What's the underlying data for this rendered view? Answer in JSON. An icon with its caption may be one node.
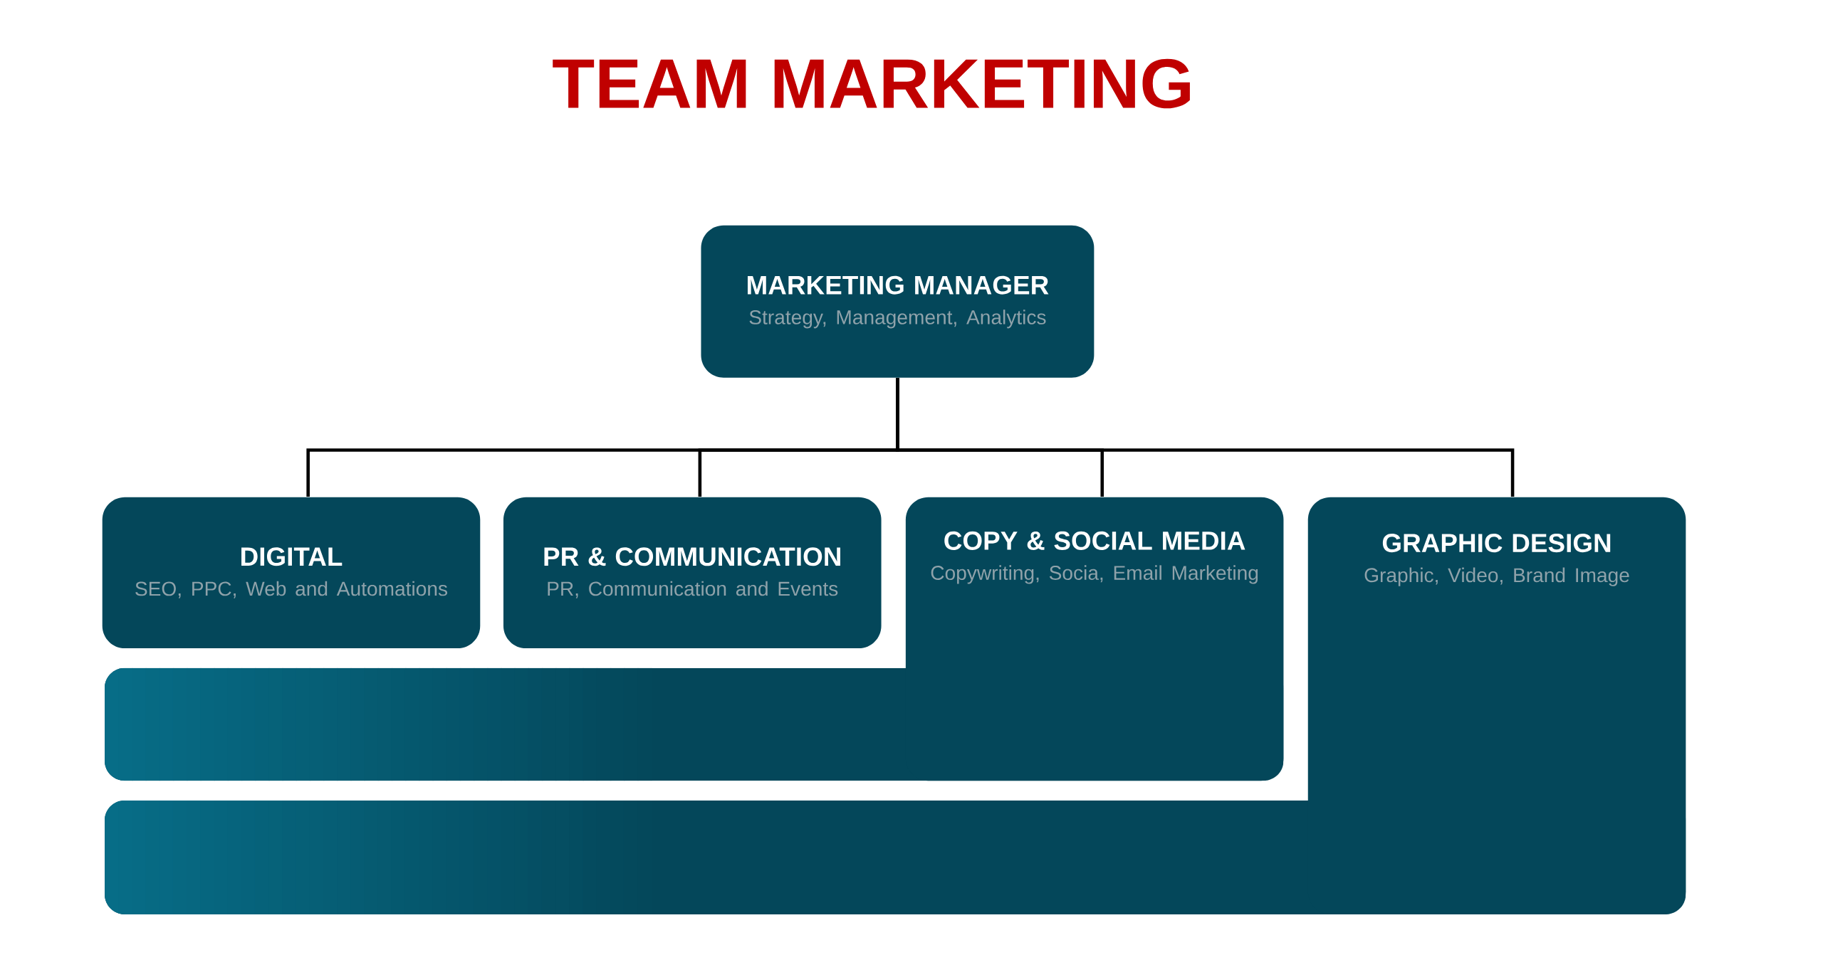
{
  "diagram": {
    "title": "TEAM MARKETING",
    "nodes": [
      {
        "text": [
          "MARKETING MANAGER",
          "Strategy, Management, Analytics"
        ]
      },
      {
        "text": [
          "DIGITAL",
          "SEO, PPC, Web and Automations"
        ]
      },
      {
        "text": [
          "PR & COMMUNICATION",
          "PR, Communication and Events"
        ]
      },
      {
        "text": [
          "COPY & SOCIAL MEDIA",
          "Copywriting, Socia, Email Marketing"
        ]
      },
      {
        "text": [
          "GRAPHIC DESIGN",
          "Graphic, Video, Brand Image"
        ]
      }
    ],
    "edges": [
      {
        "from": 0,
        "to": 1,
        "arrow": "none"
      },
      {
        "from": 0,
        "to": 2,
        "arrow": "none"
      },
      {
        "from": 0,
        "to": 3,
        "arrow": "none"
      },
      {
        "from": 0,
        "to": 4,
        "arrow": "none"
      }
    ]
  }
}
